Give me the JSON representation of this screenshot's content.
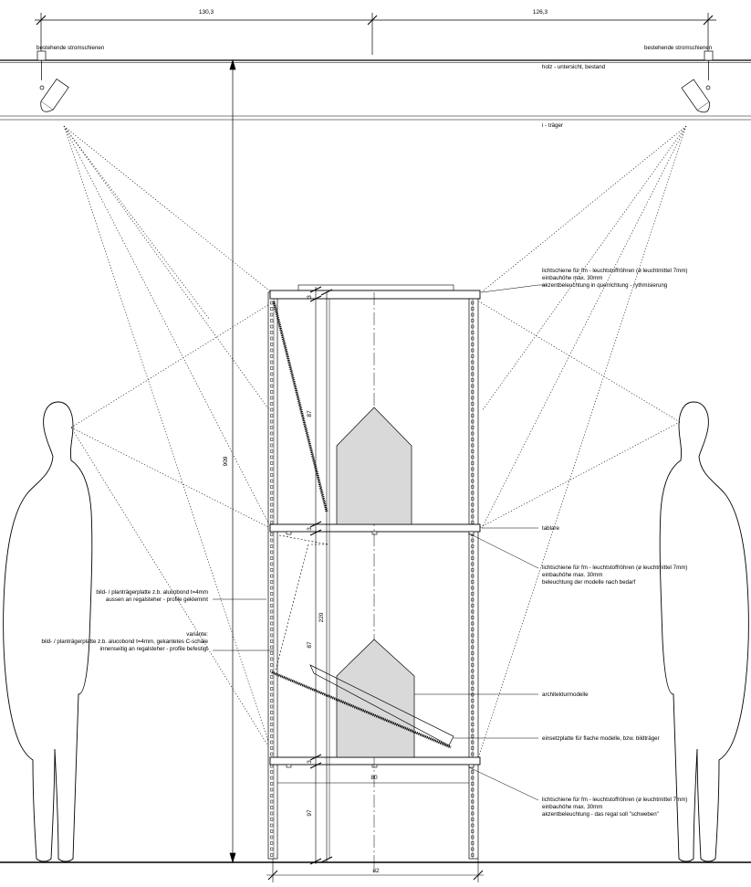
{
  "dimensions": {
    "top_left": "130,3",
    "top_right": "126,3",
    "total_height": "909",
    "shelf_height_top": "87",
    "shelf_height_mid": "87",
    "shelf_height_bottom": "97",
    "shelf_total": "220",
    "board_top": "3",
    "board_mid": "3",
    "board_bottom": "3",
    "inner_width": "80",
    "outer_width": "82"
  },
  "labels": {
    "rail_left": "bestehende stromschienen",
    "rail_right": "bestehende stromschienen",
    "ceiling": "holz - untersicht, bestand",
    "beam": "i - träger",
    "light_top": [
      "lichtschiene für fm - leuchtstoffröhren (ø leuchtmittel 7mm)",
      "einbauhöhe max. 30mm",
      "akzentbeleuchtung in querrichtung - rythmisierung"
    ],
    "shelf": "tablare",
    "light_mid": [
      "lichtschiene für fm - leuchtstoffröhren (ø leuchtmittel 7mm)",
      "einbauhöhe max. 30mm",
      "beleuchtung der modelle nach bedarf"
    ],
    "models": "architekturmodelle",
    "insert_plate": "einsetzplatte für flache modelle, bzw. bildträger",
    "light_bottom": [
      "lichtschiene für fm - leuchtstoffröhren (ø leuchtmittel 7mm)",
      "einbauhöhe max. 30mm",
      "akzentbeleuchtung - das regal soll \"schweben\""
    ],
    "panel_outer": [
      "bild- / planträgerplatte z.b. alucobond t=4mm",
      "aussen an regalsteher - profile geklemmt"
    ],
    "panel_variant": [
      "variante:",
      "bild- / planträgerplatte z.b. alucobond t=4mm, gekantetes C-schale",
      "innenseitig an regalsteher - profile befestigt"
    ]
  }
}
